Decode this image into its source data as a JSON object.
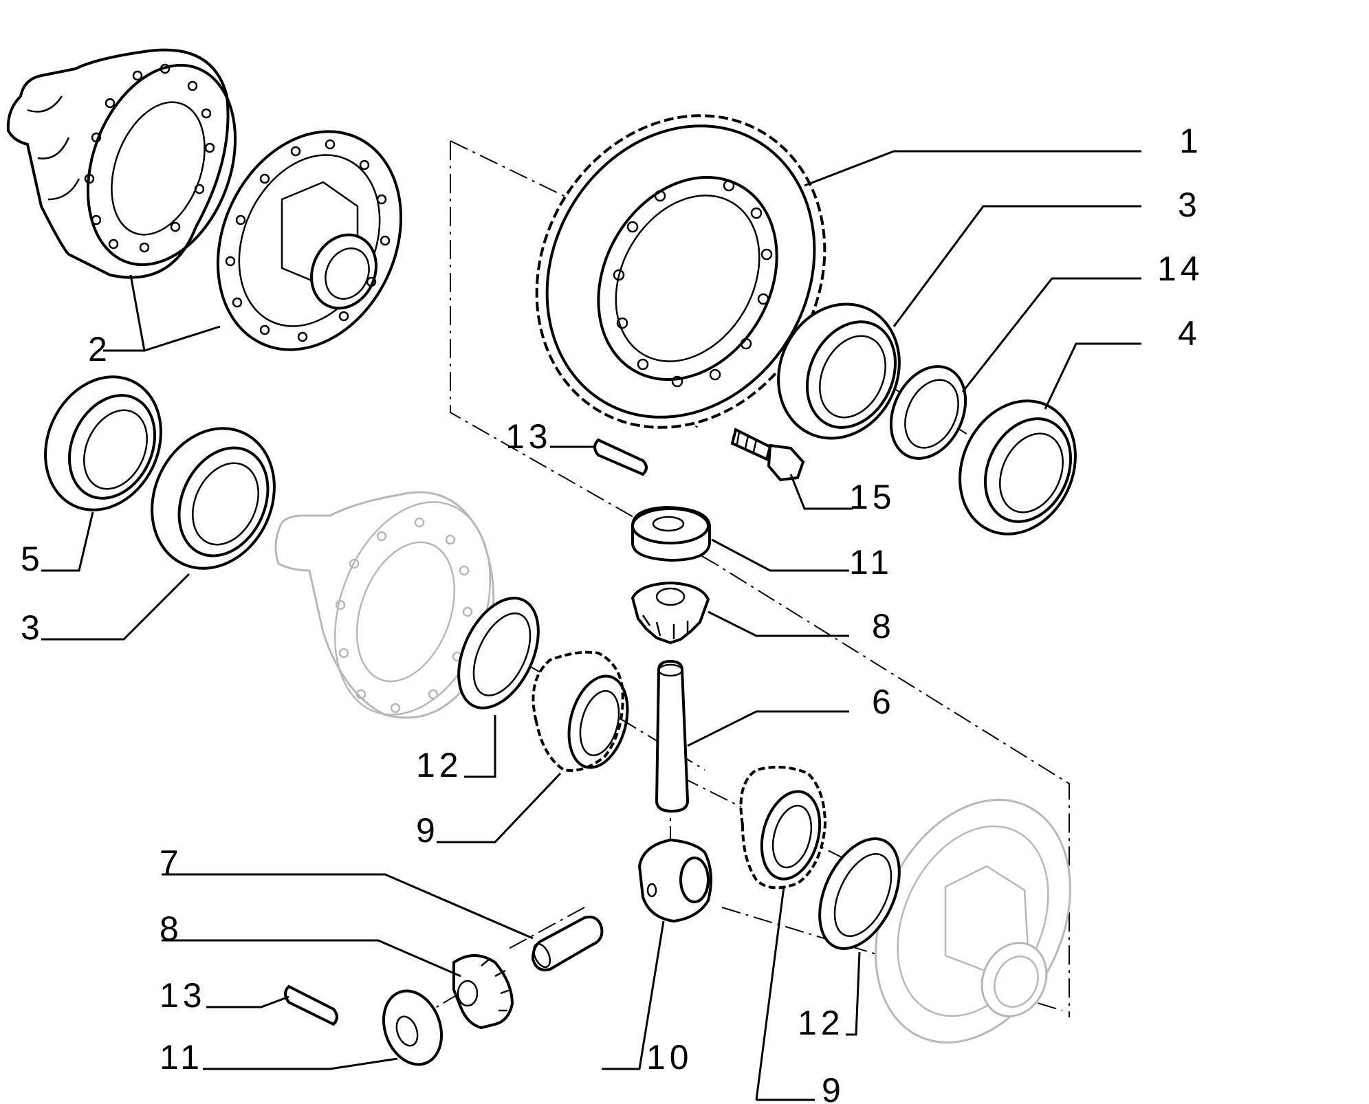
{
  "callouts": {
    "c1": "1",
    "c2": "2",
    "c3a": "3",
    "c3b": "3",
    "c4": "4",
    "c5": "5",
    "c6": "6",
    "c7": "7",
    "c8a": "8",
    "c8b": "8",
    "c9a": "9",
    "c9b": "9",
    "c10": "10",
    "c11a": "11",
    "c11b": "11",
    "c12a": "12",
    "c12b": "12",
    "c13a": "13",
    "c13b": "13",
    "c14": "14",
    "c15": "15"
  }
}
